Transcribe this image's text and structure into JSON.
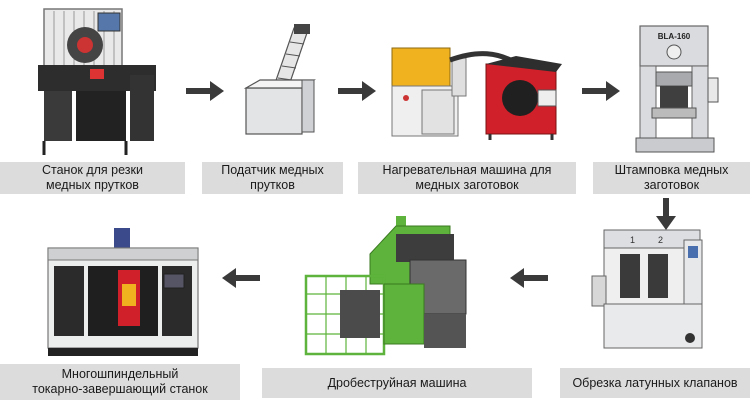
{
  "colors": {
    "label_bg": "#dcdcdc",
    "arrow": "#3a3a3a",
    "accent_green": "#5db33b",
    "accent_red": "#d0202a",
    "accent_yellow": "#f1b21f",
    "machine_grey": "#d7d9dc"
  },
  "flow": {
    "step1": {
      "label": "Станок для резки\nмедных прутков",
      "icon": "cutting-machine-icon"
    },
    "step2": {
      "label": "Податчик медных\nпрутков",
      "icon": "feeder-icon"
    },
    "step3": {
      "label": "Нагревательная машина для\nмедных заготовок",
      "icon": "heating-machine-icon"
    },
    "step4": {
      "label": "Штамповка медных\nзаготовок",
      "icon": "press-icon",
      "press_marking": "BLA-160"
    },
    "step5": {
      "label": "Обрезка латунных клапанов",
      "icon": "trimming-machine-icon",
      "stations": [
        "1",
        "2"
      ]
    },
    "step6": {
      "label": "Дробеструйная машина",
      "icon": "shot-blasting-icon"
    },
    "step7": {
      "label": "Многошпиндельный\nтокарно-завершающий станок",
      "icon": "multi-spindle-lathe-icon"
    }
  }
}
